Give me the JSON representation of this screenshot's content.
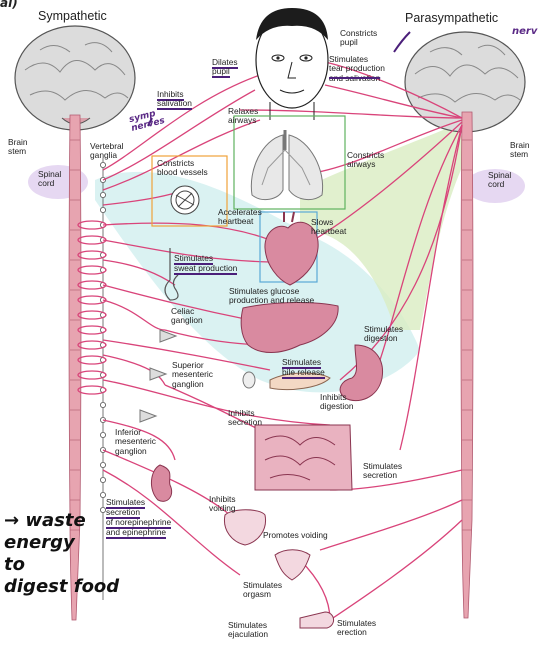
{
  "headers": {
    "sympathetic": "Sympathetic",
    "parasympathetic": "Parasympathetic"
  },
  "top_corner": "al)",
  "left_side": {
    "brain_stem": "Brain\nstem",
    "spinal_cord": "Spinal\ncord",
    "vertebral_ganglia": "Vertebral\nganglia"
  },
  "right_side": {
    "brain_stem": "Brain\nstem",
    "spinal_cord": "Spinal\ncord"
  },
  "labels": {
    "constricts_pupil": "Constricts\npupil",
    "dilates_pupil": "Dilates\npupil",
    "tear_production": "Stimulates\ntear production",
    "and_salivation": "and salivation",
    "inhibits_salivation": "Inhibits\nsalivation",
    "relaxes_airways": "Relaxes\nairways",
    "constricts_airways": "Constricts\nairways",
    "constricts_blood_vessels": "Constricts\nblood vessels",
    "accelerates_heartbeat": "Accelerates\nheartbeat",
    "slows_heartbeat": "Slows\nheartbeat",
    "stimulates": "Stimulates",
    "sweat_production": "sweat production",
    "glucose": "Stimulates glucose\nproduction and release",
    "celiac_ganglion": "Celiac\nganglion",
    "stimulates_digestion": "Stimulates\ndigestion",
    "superior_mesenteric": "Superior\nmesenteric\nganglion",
    "stimulates_bile": "Stimulates",
    "bile_release": "bile release",
    "inhibits_digestion": "Inhibits\ndigestion",
    "inhibits_secretion": "Inhibits\nsecretion",
    "inferior_mesenteric": "Inferior\nmesenteric\nganglion",
    "stimulates_secretion": "Stimulates\nsecretion",
    "stimulates_secretion_ne_1": "Stimulates",
    "stimulates_secretion_ne_2": "secretion",
    "stimulates_secretion_ne_3": "of norepinephrine",
    "stimulates_secretion_ne_4": "and epinephrine",
    "inhibits_voiding": "Inhibits\nvoiding",
    "promotes_voiding": "Promotes voiding",
    "stimulates_orgasm": "Stimulates\norgasm",
    "stimulates_ejaculation": "Stimulates\nejaculation",
    "stimulates_erection": "Stimulates\nerection"
  },
  "handwriting": {
    "symp_nerves": "symp\nnerves",
    "nerves_right": "nerv",
    "note": "→ waste\nenergy\nto\ndigest food"
  },
  "colors": {
    "nerve": "#d9447a",
    "cord": "#e7a4b0",
    "brain": "#d7d7d7",
    "ink": "#4b1f7a",
    "teal_band": "#cdeeee",
    "green_band": "#d9ecc2",
    "lavender": "#e6d8f2",
    "organ": "#d98aa0",
    "box_orange": "#f0a23a",
    "box_green": "#5fb25f",
    "box_blue": "#5aa9d6"
  }
}
